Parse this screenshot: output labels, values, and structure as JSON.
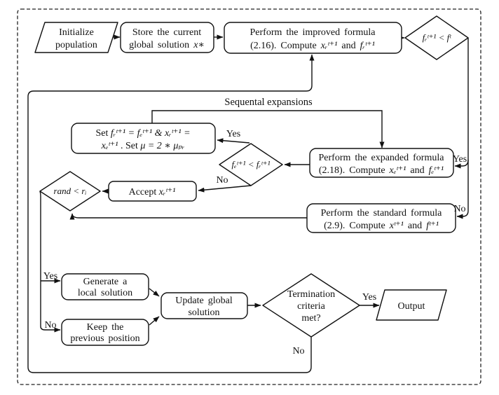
{
  "nodes": {
    "initialize": {
      "line1": "Initialize",
      "line2": "population"
    },
    "store": {
      "line1": "Store the current",
      "line2_text": "global solution ",
      "line2_math": "x∗"
    },
    "improved": {
      "line1": "Perform the improved formula",
      "line2_pre": "(2.16).  Compute ",
      "line2_math1": "xᵣᵗ⁺¹",
      "line2_mid": " and ",
      "line2_math2": "fᵣᵗ⁺¹"
    },
    "improved_check": {
      "math": "fᵣᵗ⁺¹ < fᵗ"
    },
    "set_update": {
      "line1_pre": "Set ",
      "line1_math": "fᵣᵗ⁺¹ = fₑᵗ⁺¹ &   xᵣᵗ⁺¹ =",
      "line2_math1": "xₑᵗ⁺¹ ",
      "line2_mid": ". Set ",
      "line2_math2": "μ = 2 ∗ μₚᵣ"
    },
    "expand_check": {
      "math": "fₑᵗ⁺¹ < fᵣᵗ⁺¹"
    },
    "expanded": {
      "line1": "Perform the expanded formula",
      "line2_pre": "(2.18).  Compute ",
      "line2_math1": "xₑᵗ⁺¹",
      "line2_mid": " and ",
      "line2_math2": "fₑᵗ⁺¹"
    },
    "accept": {
      "pre": "Accept ",
      "math": "xᵣᵗ⁺¹"
    },
    "rand_check": {
      "math": "rand < rᵢ"
    },
    "standard": {
      "line1": "Perform the standard formula",
      "line2_pre": "(2.9).  Compute ",
      "line2_math1": "xᵗ⁺¹",
      "line2_mid": " and ",
      "line2_math2": "fᵗ⁺¹"
    },
    "generate": {
      "line1": "Generate a",
      "line2": "local solution"
    },
    "keep": {
      "line1": "Keep the",
      "line2": "previous position"
    },
    "update": {
      "line1": "Update global",
      "line2": "solution"
    },
    "termination": {
      "line1": "Termination",
      "line2": "criteria",
      "line3": "met?"
    },
    "output": {
      "label": "Output"
    }
  },
  "labels": {
    "sequental_expansions": "Sequental expansions",
    "yes": "Yes",
    "no": "No"
  },
  "colors": {
    "line": "#111111",
    "background": "#ffffff"
  }
}
